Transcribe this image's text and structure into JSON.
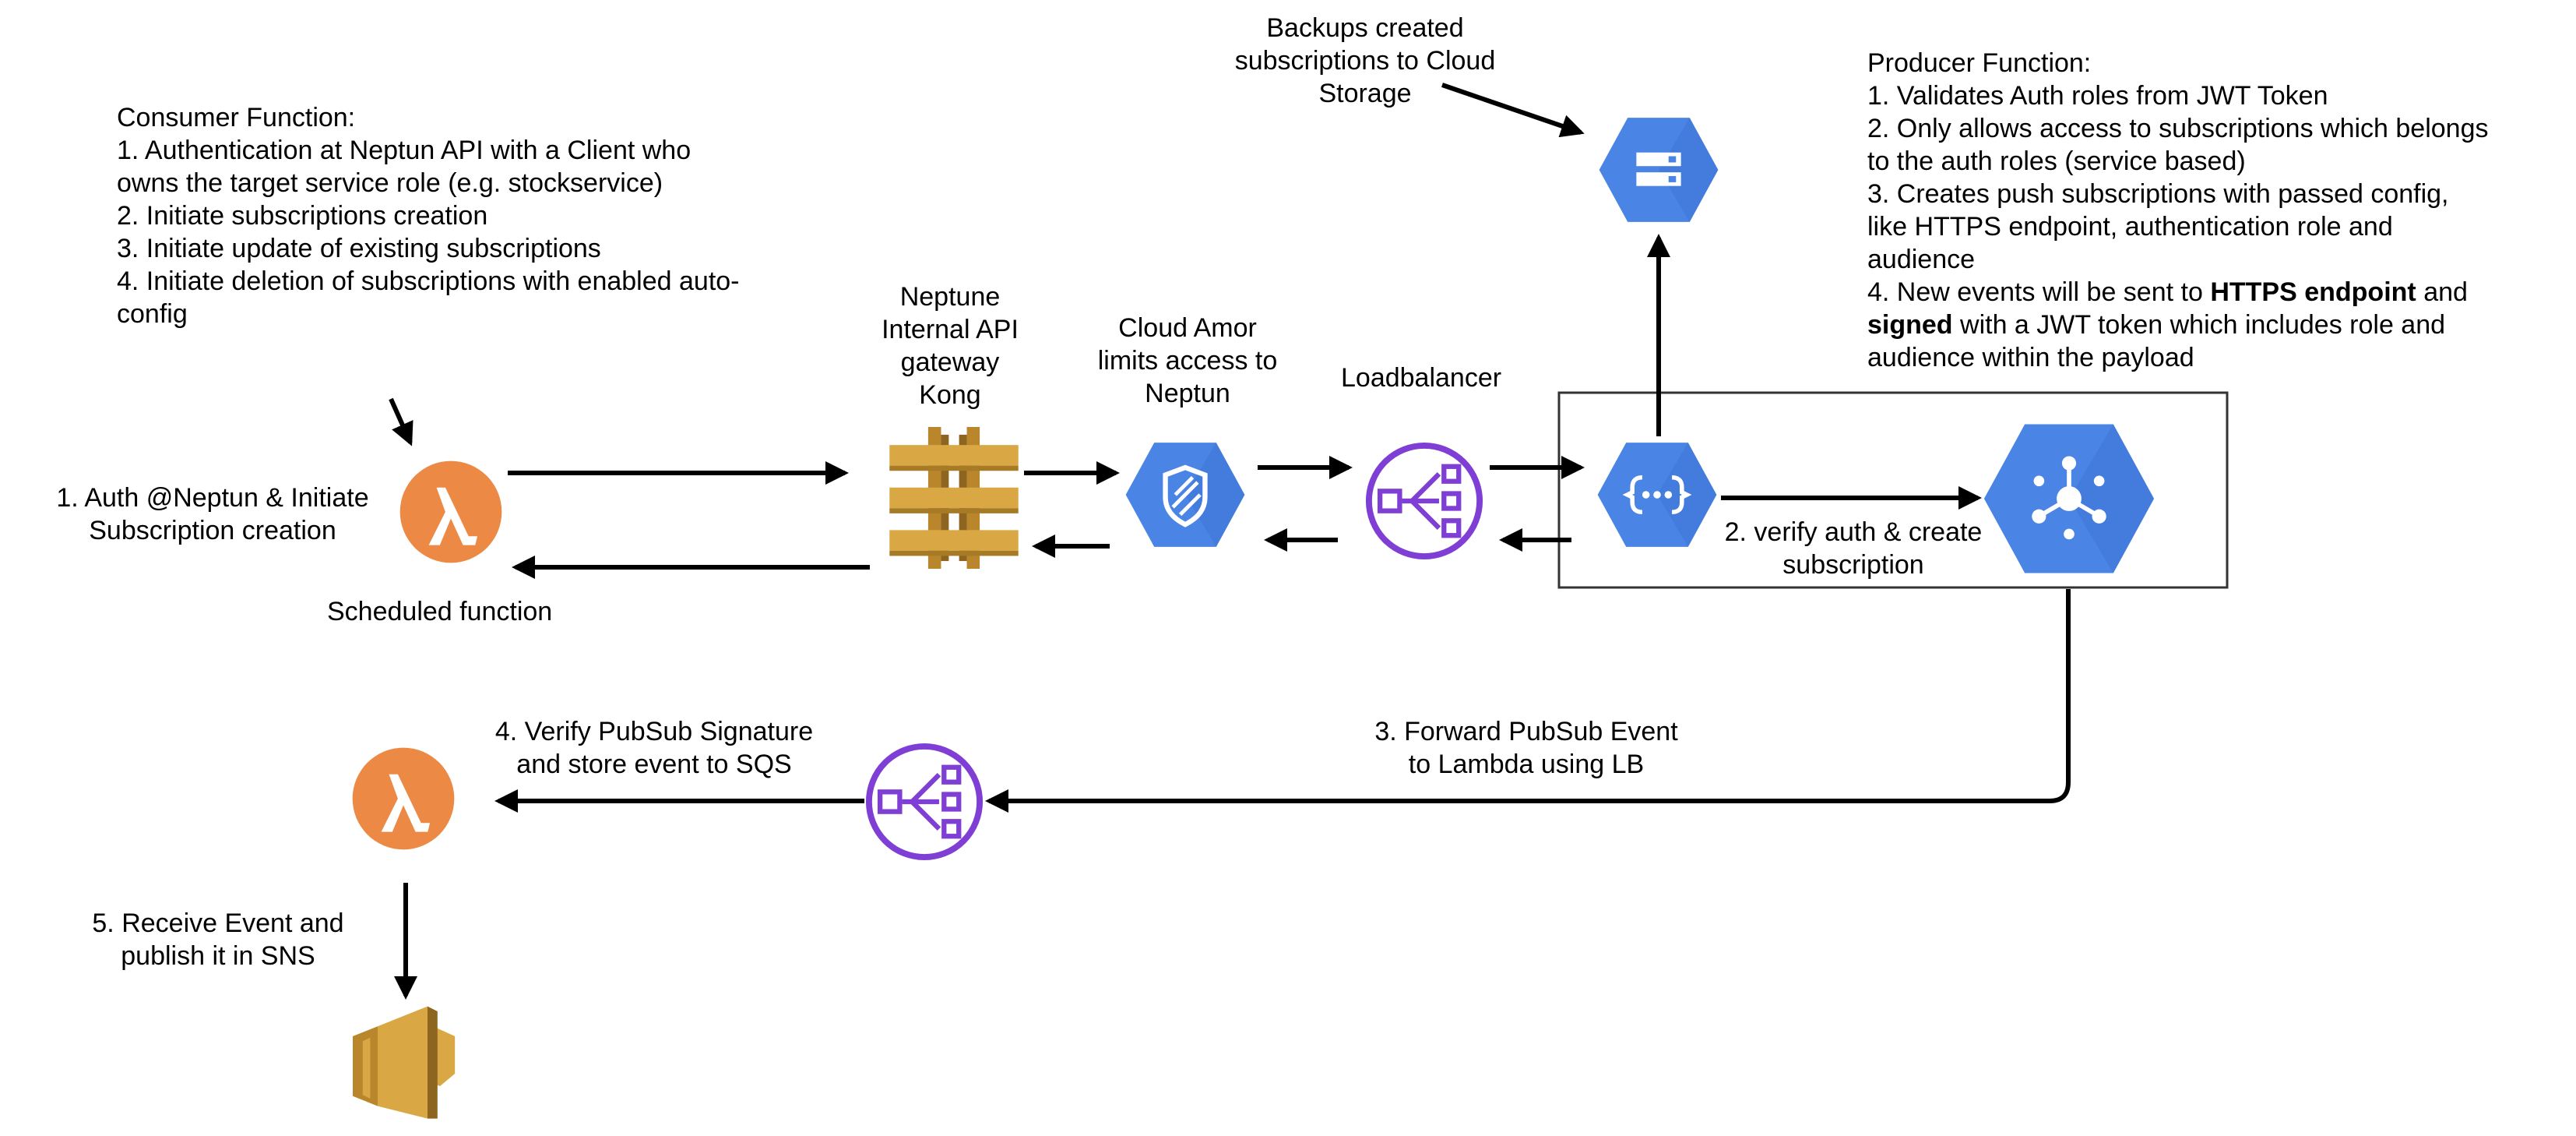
{
  "consumer_note": {
    "lines": [
      "Consumer Function:",
      "1. Authentication at Neptun API with a  Client   who",
      "owns the target service role (e.g. stockservice)",
      "2. Initiate subscriptions creation",
      "3. Initiate update of existing subscriptions",
      "4. Initiate deletion of subscriptions with enabled auto-",
      "config"
    ]
  },
  "backup_note": {
    "lines": [
      "Backups created",
      "subscriptions to Cloud",
      "Storage"
    ]
  },
  "producer_note": {
    "lines": [
      "Producer Function:",
      "1. Validates Auth roles from JWT Token",
      "2. Only allows access to subscriptions which belongs",
      "to the auth roles (service based)",
      "3. Creates push subscriptions with passed config,",
      "like HTTPS endpoint, authentication role and",
      "audience"
    ],
    "item4_prefix": "4.  New events will be sent to ",
    "item4_bold_endpoint": "HTTPS endpoint",
    "item4_and": " and",
    "item4_bold_signed": "signed",
    "item4_rest": " with a JWT token which includes role and",
    "item4_last": "audience within the payload"
  },
  "labels": {
    "gateway": [
      "Neptune",
      "Internal API",
      "gateway",
      "Kong"
    ],
    "armor": [
      "Cloud Amor",
      "limits access to",
      "Neptun"
    ],
    "loadbalancer": "Loadbalancer",
    "step1": [
      "1. Auth @Neptun & Initiate",
      "Subscription creation"
    ],
    "scheduled": "Scheduled function",
    "step2": [
      "2. verify auth & create",
      "subscription"
    ],
    "step3": [
      "3. Forward PubSub Event",
      "to Lambda using LB"
    ],
    "step4": [
      "4. Verify PubSub Signature",
      "and store event to SQS"
    ],
    "step5": [
      "5. Receive Event and",
      "publish it in SNS"
    ]
  },
  "icons": {
    "lambda_top": "aws-lambda-icon",
    "lambda_bottom": "aws-lambda-icon",
    "api_gateway": "aws-api-gateway-icon",
    "cloud_armor": "gcp-cloud-armor-shield-icon",
    "load_balancer_top": "load-balancer-icon",
    "load_balancer_bottom": "load-balancer-icon",
    "cloud_functions": "gcp-cloud-functions-icon",
    "cloud_storage": "gcp-cloud-storage-icon",
    "pubsub": "gcp-pubsub-icon",
    "sns": "aws-sns-icon"
  },
  "colors": {
    "aws_orange": "#EC8A45",
    "aws_gold": "#D9A845",
    "gcp_blue": "#4A85E6",
    "lb_purple": "#7F3FD4"
  }
}
